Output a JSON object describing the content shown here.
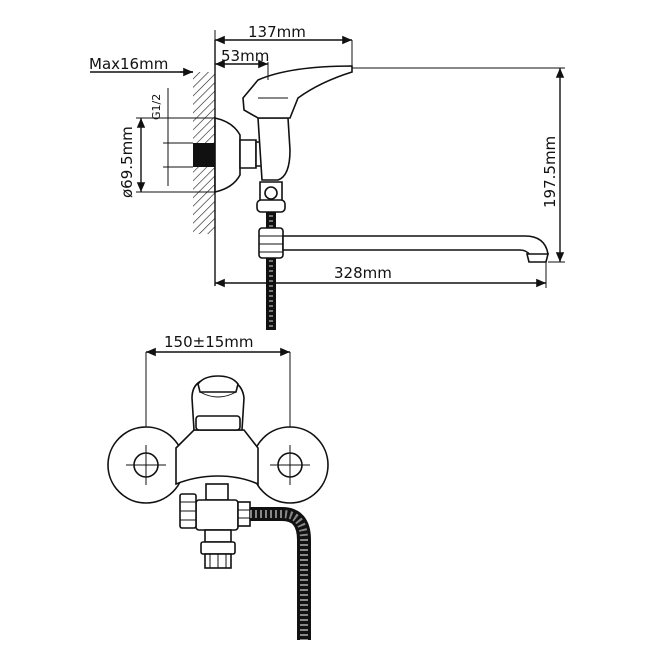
{
  "dimensions": {
    "depth_total": "137mm",
    "depth_body": "53mm",
    "wall_max": "Max16mm",
    "thread": "G1/2",
    "flange_diameter": "ø69.5mm",
    "height": "197.5mm",
    "spout_reach": "328mm",
    "center_spacing": "150±15mm"
  }
}
